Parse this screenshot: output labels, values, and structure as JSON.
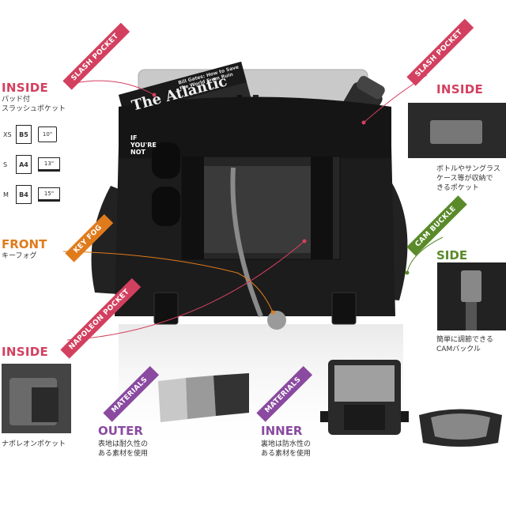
{
  "labels": {
    "inside_top_left": {
      "heading": "INSIDE",
      "desc": "パッド付\nスラッシュポケット"
    },
    "inside_top_right": {
      "heading": "INSIDE",
      "desc": "ボトルやサングラス\nケース等が収納で\nきるポケット"
    },
    "front": {
      "heading": "FRONT",
      "desc": "キーフォグ"
    },
    "side": {
      "heading": "SIDE",
      "desc": "簡単に調節できる\nCAMバックル"
    },
    "inside_bottom_left": {
      "heading": "INSIDE",
      "desc": "ナポレオンポケット"
    },
    "outer": {
      "heading": "OUTER",
      "desc": "表地は耐久性の\nある素材を使用"
    },
    "inner": {
      "heading": "INNER",
      "desc": "裏地は防水性の\nある素材を使用"
    }
  },
  "tags": {
    "slash_left": "SLASH POCKET",
    "slash_right": "SLASH POCKET",
    "key_fog": "KEY FOG",
    "cam_buckle": "CAM BUCKLE",
    "napoleon": "NAPOLEON POCKET",
    "materials_outer": "MATERIALS",
    "materials_inner": "MATERIALS"
  },
  "sizes": [
    {
      "size": "XS",
      "paper": "B5",
      "device": "10\"",
      "device_type": "tablet"
    },
    {
      "size": "S",
      "paper": "A4",
      "device": "13\"",
      "device_type": "laptop"
    },
    {
      "size": "M",
      "paper": "B4",
      "device": "15\"",
      "device_type": "laptop"
    }
  ],
  "magazine": {
    "title": "The Atlantic",
    "headline": "Bill Gates: How to Save the World From Ruin",
    "cover_text": "IF YOU'RE NOT"
  },
  "colors": {
    "pink": "#d3405f",
    "orange": "#e07b1c",
    "green": "#5a8a2a",
    "purple": "#8a4aa0",
    "bag": "#1c1c1c"
  }
}
